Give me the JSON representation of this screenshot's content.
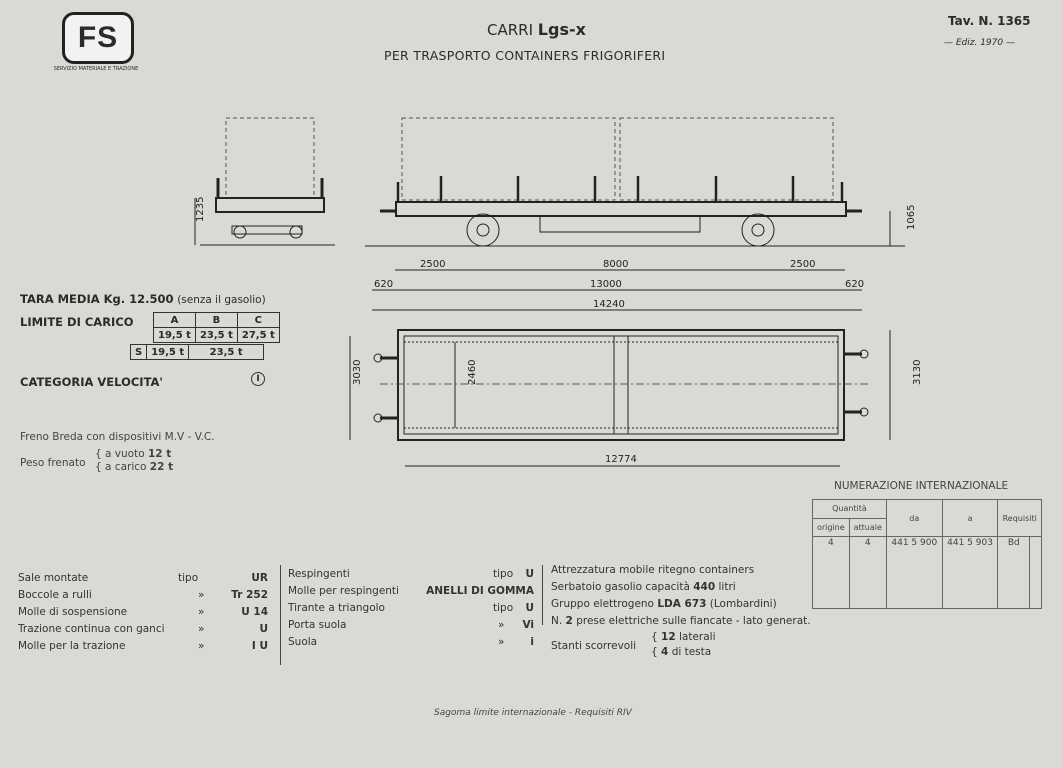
{
  "header": {
    "logo": "FS",
    "logo_sub": "SERVIZIO MATERIALE E TRAZIONE",
    "title_prefix": "CARRI",
    "title_code": "Lgs-x",
    "subtitle": "PER TRASPORTO CONTAINERS FRIGORIFERI",
    "tav": "Tav. N. 1365",
    "ediz": "— Ediz. 1970 —"
  },
  "dimensions": {
    "end_height": "1235",
    "buffer_height": "1065",
    "overhang_left": "2500",
    "wheelbase": "8000",
    "overhang_right": "2500",
    "buffer_left": "620",
    "frame_length": "13000",
    "buffer_right": "620",
    "total_length": "14240",
    "plan_width_outer": "3030",
    "plan_width_inner": "2460",
    "plan_width_buffers": "3130",
    "plan_length": "12774"
  },
  "specs_left": {
    "tara": "TARA MEDIA Kg. 12.500",
    "tara_note": "(senza il gasolio)",
    "limite_label": "LIMITE DI CARICO",
    "limite_headers": [
      "A",
      "B",
      "C"
    ],
    "limite_values": [
      "19,5 t",
      "23,5 t",
      "27,5 t"
    ],
    "limite_s_label": "S",
    "limite_s_values": [
      "19,5 t",
      "23,5 t"
    ],
    "categoria_label": "CATEGORIA VELOCITA'",
    "categoria_value": "I",
    "freno": "Freno Breda con dispositivi M.V - V.C.",
    "peso_label": "Peso frenato",
    "peso_vuoto_label": "a vuoto",
    "peso_vuoto": "12 t",
    "peso_carico_label": "a carico",
    "peso_carico": "22 t"
  },
  "numerazione": {
    "title": "NUMERAZIONE INTERNAZIONALE",
    "quantita": "Quantità",
    "origine": "origine",
    "attuale": "attuale",
    "da": "da",
    "a": "a",
    "requisiti": "Requisiti",
    "row": [
      "4",
      "4",
      "441 5 900",
      "441 5 903",
      "Bd"
    ]
  },
  "equipment_col1": [
    {
      "label": "Sale montate",
      "mid": "tipo",
      "value": "UR"
    },
    {
      "label": "Boccole a rulli",
      "mid": "»",
      "value": "Tr 252"
    },
    {
      "label": "Molle di sospensione",
      "mid": "»",
      "value": "U 14"
    },
    {
      "label": "Trazione continua con ganci",
      "mid": "»",
      "value": "U"
    },
    {
      "label": "Molle per la trazione",
      "mid": "»",
      "value": "I U"
    }
  ],
  "equipment_col2": [
    {
      "label": "Respingenti",
      "mid": "tipo",
      "value": "U"
    },
    {
      "label": "Molle per respingenti",
      "mid": "",
      "value": "ANELLI DI GOMMA"
    },
    {
      "label": "Tirante a triangolo",
      "mid": "tipo",
      "value": "U"
    },
    {
      "label": "Porta suola",
      "mid": "»",
      "value": "Vi"
    },
    {
      "label": "Suola",
      "mid": "»",
      "value": "i"
    }
  ],
  "equipment_col3": {
    "line1": "Attrezzatura mobile ritegno containers",
    "line2_a": "Serbatoio gasolio capacità",
    "line2_b": "440",
    "line2_c": "litri",
    "line3_a": "Gruppo elettrogeno",
    "line3_b": "LDA 673",
    "line3_c": "(Lombardini)",
    "line4_a": "N.",
    "line4_b": "2",
    "line4_c": "prese elettriche sulle fiancate - lato generat.",
    "stanti_label": "Stanti scorrevoli",
    "stanti_lat_n": "12",
    "stanti_lat": "laterali",
    "stanti_testa_n": "4",
    "stanti_testa": "di testa"
  },
  "footer": "Sagoma limite internazionale - Requisiti RIV"
}
